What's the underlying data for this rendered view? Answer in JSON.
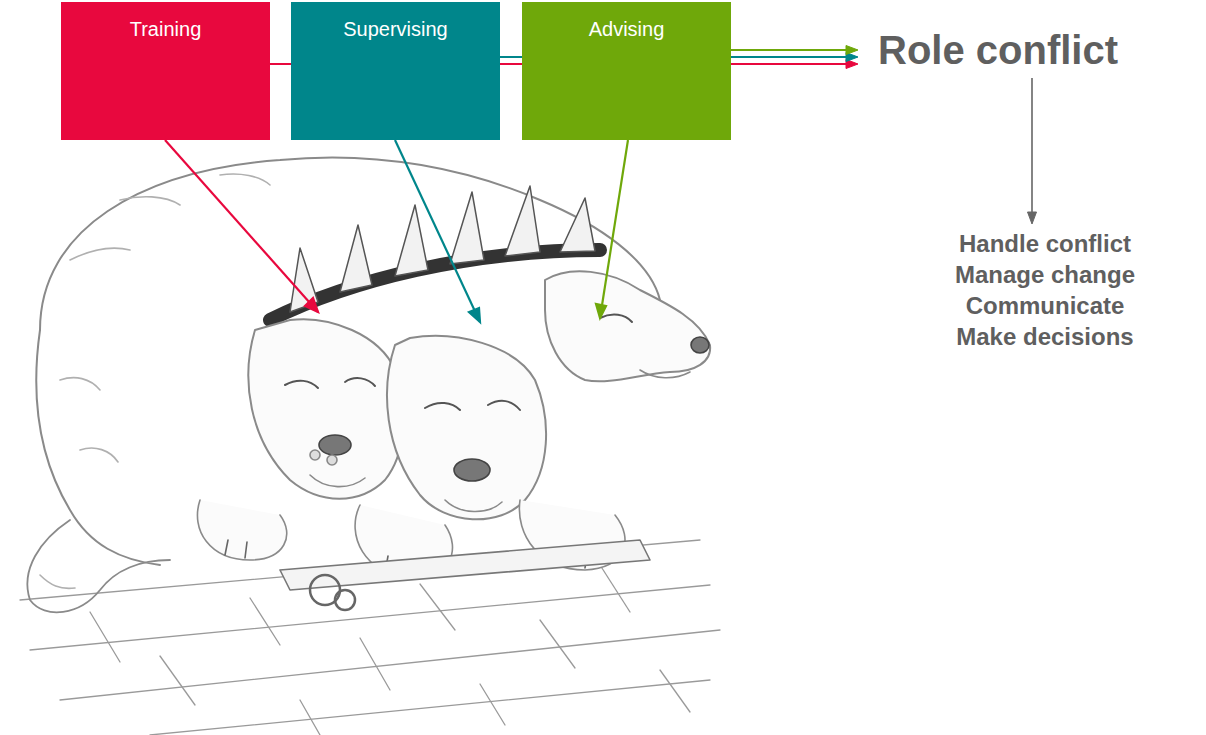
{
  "diagram": {
    "nodes": [
      {
        "text": [
          "Training"
        ]
      },
      {
        "text": [
          "Supervising"
        ]
      },
      {
        "text": [
          "Advising"
        ]
      },
      {
        "text": [
          "Role conflict"
        ]
      },
      {
        "text": [
          "Handle conflict",
          "Manage change",
          "Communicate",
          "Make decisions"
        ]
      }
    ],
    "edges": [
      {
        "from": 0,
        "to": 3,
        "arrow": "to"
      },
      {
        "from": 1,
        "to": 3,
        "arrow": "to"
      },
      {
        "from": 2,
        "to": 3,
        "arrow": "to"
      },
      {
        "from": 3,
        "to": 4,
        "arrow": "to"
      }
    ]
  }
}
